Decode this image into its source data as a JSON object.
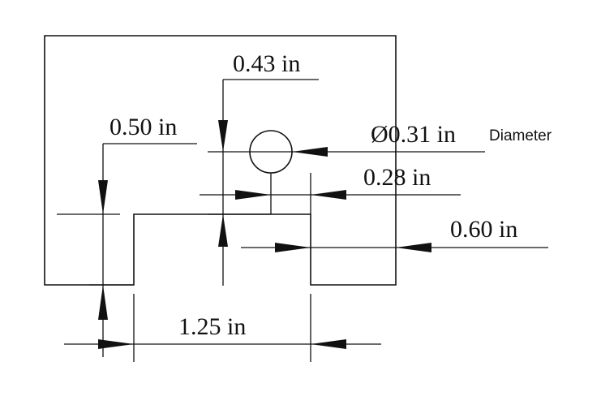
{
  "dimensions": {
    "hole_offset": "0.43 in",
    "left_height": "0.50 in",
    "hole_diameter": "Ø0.31 in",
    "hole_diameter_note": "Diameter",
    "hole_to_step": "0.28 in",
    "right_width": "0.60 in",
    "slot_width": "1.25 in"
  },
  "colors": {
    "ink": "#111111",
    "paper": "#ffffff"
  }
}
